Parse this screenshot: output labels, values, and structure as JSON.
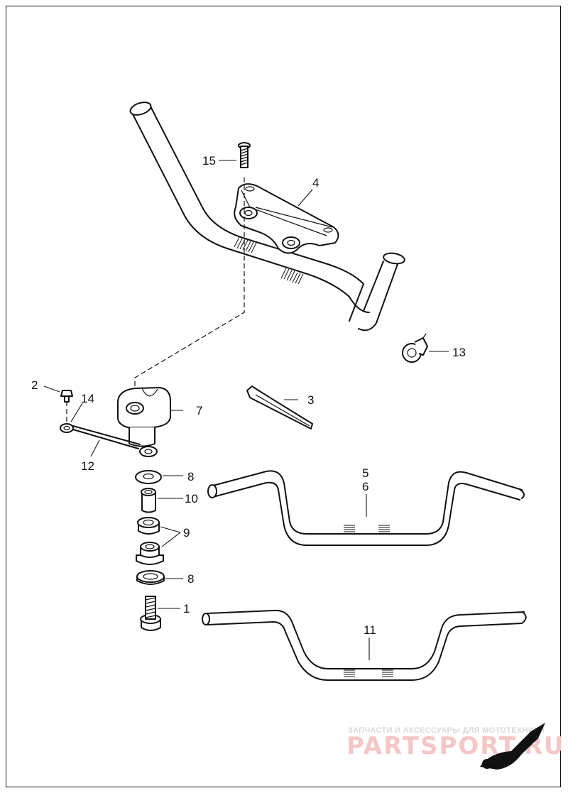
{
  "diagram": {
    "callouts": {
      "c1": "1",
      "c2": "2",
      "c3": "3",
      "c4": "4",
      "c5": "5",
      "c6": "6",
      "c7": "7",
      "c8a": "8",
      "c8b": "8",
      "c9": "9",
      "c10": "10",
      "c11": "11",
      "c12": "12",
      "c13": "13",
      "c14": "14",
      "c15": "15"
    }
  },
  "watermark": {
    "caption": "ЗАПЧАСТИ И АКСЕССУАРЫ ДЛЯ МОТОТЕХНИКИ",
    "brand": "PARTSPORT.RU"
  }
}
